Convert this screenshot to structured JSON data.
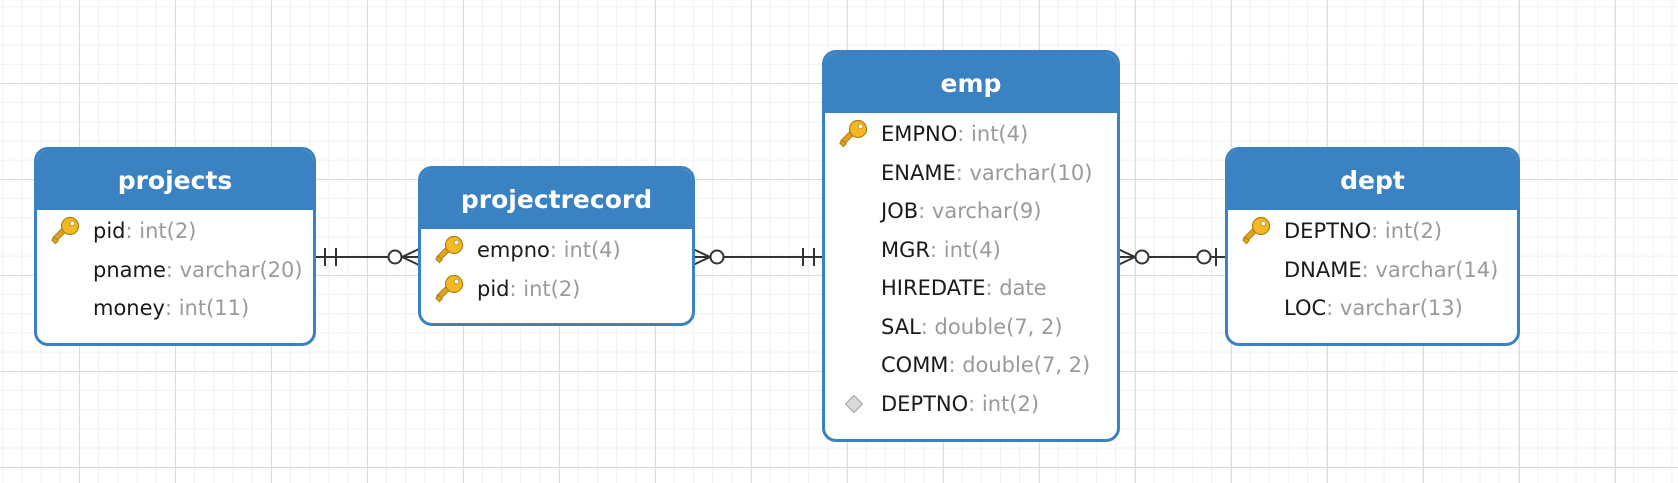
{
  "colors": {
    "header_fill": "#3a82c1",
    "border": "#3a82c1",
    "key_icon": "#f2b922",
    "fk_icon": "#c8c8c8",
    "column_name": "#1a1a1a",
    "column_type": "#9a9a9a",
    "relation_line": "#333333"
  },
  "tables": {
    "projects": {
      "name": "projects",
      "columns": [
        {
          "name": "pid",
          "type": ": int(2)",
          "icon": "key-icon"
        },
        {
          "name": "pname",
          "type": ": varchar(20)",
          "icon": ""
        },
        {
          "name": "money",
          "type": ": int(11)",
          "icon": ""
        }
      ]
    },
    "projectrecord": {
      "name": "projectrecord",
      "columns": [
        {
          "name": "empno",
          "type": ": int(4)",
          "icon": "key-icon"
        },
        {
          "name": "pid",
          "type": ": int(2)",
          "icon": "key-icon"
        }
      ]
    },
    "emp": {
      "name": "emp",
      "columns": [
        {
          "name": "EMPNO",
          "type": ": int(4)",
          "icon": "key-icon"
        },
        {
          "name": "ENAME",
          "type": ": varchar(10)",
          "icon": ""
        },
        {
          "name": "JOB",
          "type": ": varchar(9)",
          "icon": ""
        },
        {
          "name": "MGR",
          "type": ": int(4)",
          "icon": ""
        },
        {
          "name": "HIREDATE",
          "type": ": date",
          "icon": ""
        },
        {
          "name": "SAL",
          "type": ": double(7, 2)",
          "icon": ""
        },
        {
          "name": "COMM",
          "type": ": double(7, 2)",
          "icon": ""
        },
        {
          "name": "DEPTNO",
          "type": ": int(2)",
          "icon": "diamond-icon"
        }
      ]
    },
    "dept": {
      "name": "dept",
      "columns": [
        {
          "name": "DEPTNO",
          "type": ": int(2)",
          "icon": "key-icon"
        },
        {
          "name": "DNAME",
          "type": ": varchar(14)",
          "icon": ""
        },
        {
          "name": "LOC",
          "type": ": varchar(13)",
          "icon": ""
        }
      ]
    }
  },
  "relationships": [
    {
      "from": "projects",
      "to": "projectrecord",
      "from_cardinality": "one-and-only-one",
      "to_cardinality": "zero-or-many"
    },
    {
      "from": "projectrecord",
      "to": "emp",
      "from_cardinality": "zero-or-many",
      "to_cardinality": "one-and-only-one"
    },
    {
      "from": "emp",
      "to": "dept",
      "from_cardinality": "zero-or-many",
      "to_cardinality": "zero-or-one"
    }
  ]
}
